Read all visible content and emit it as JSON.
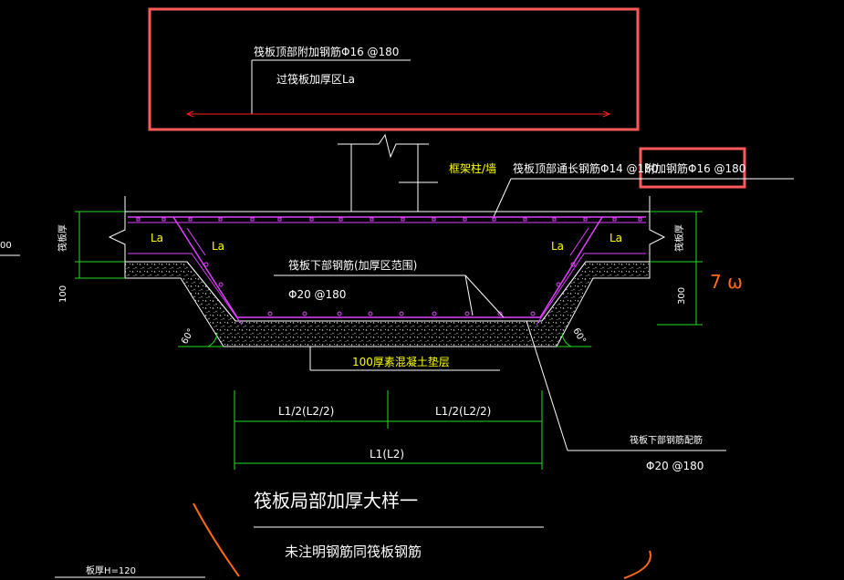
{
  "labels": {
    "top_additional_rebar": "筏板顶部附加钢筋Φ16 @180",
    "over_thick_zone": "过筏板加厚区La",
    "frame_column_wall": "框架柱/墙",
    "top_through_rebar": "筏板顶部通长钢筋Φ14 @180",
    "additional_rebar": "附加钢筋Φ16 @180",
    "la_1": "La",
    "la_2": "La",
    "la_3": "La",
    "la_4": "La",
    "raft_thickness_left": "筏板厚",
    "raft_thickness_right": "筏板厚",
    "bottom_rebar_thick": "筏板下部钢筋(加厚区范围)",
    "bottom_rebar_spec": "Φ20 @180",
    "dim_100": "100",
    "dim_300": "300",
    "dim_left_edge": "00",
    "angle_left": "60°",
    "angle_right": "60°",
    "cushion": "100厚素混凝土垫层",
    "half_span_left": "L1/2(L2/2)",
    "half_span_right": "L1/2(L2/2)",
    "full_span": "L1(L2)",
    "bottom_rebar_config": "筏板下部钢筋配筋",
    "bottom_rebar_config_spec": "Φ20 @180",
    "title": "筏板局部加厚大样一",
    "note": "未注明钢筋同筏板钢筋",
    "slab_thickness": "板厚H=120",
    "handwritten": "7 ω"
  },
  "colors": {
    "background": "#000000",
    "line": "#ffffff",
    "rebar": "#e040ff",
    "dimension": "#22dd22",
    "highlight_box": "#ff5a5a",
    "accent_text": "#ffff00",
    "annotation": "#ff6a1a",
    "leader_red": "#ff2020"
  }
}
